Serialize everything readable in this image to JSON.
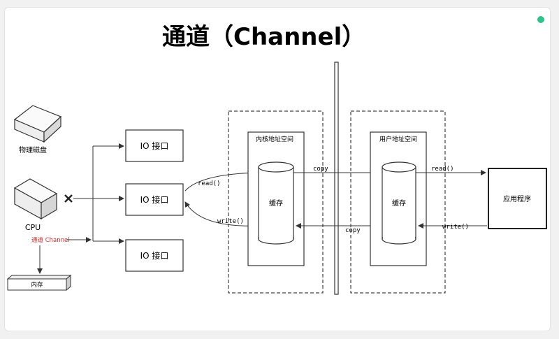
{
  "title": "通道（Channel）",
  "accent_color": "#2bc58a",
  "left": {
    "disk_label": "物理磁盘",
    "cpu_label": "CPU",
    "channel_label": "通道 Channel",
    "memory_label": "内存",
    "cross_icon": "x-mark-icon"
  },
  "io_ports": [
    "IO 接口",
    "IO 接口",
    "IO 接口"
  ],
  "kernel": {
    "title": "内核地址空间",
    "buffer_label": "缓存"
  },
  "user": {
    "title": "用户地址空间",
    "buffer_label": "缓存"
  },
  "app_label": "应用程序",
  "arrows": {
    "read": "read()",
    "write": "write()",
    "copy_top": "copy",
    "copy_bottom": "copy",
    "app_read": "read()",
    "app_write": "write()"
  }
}
